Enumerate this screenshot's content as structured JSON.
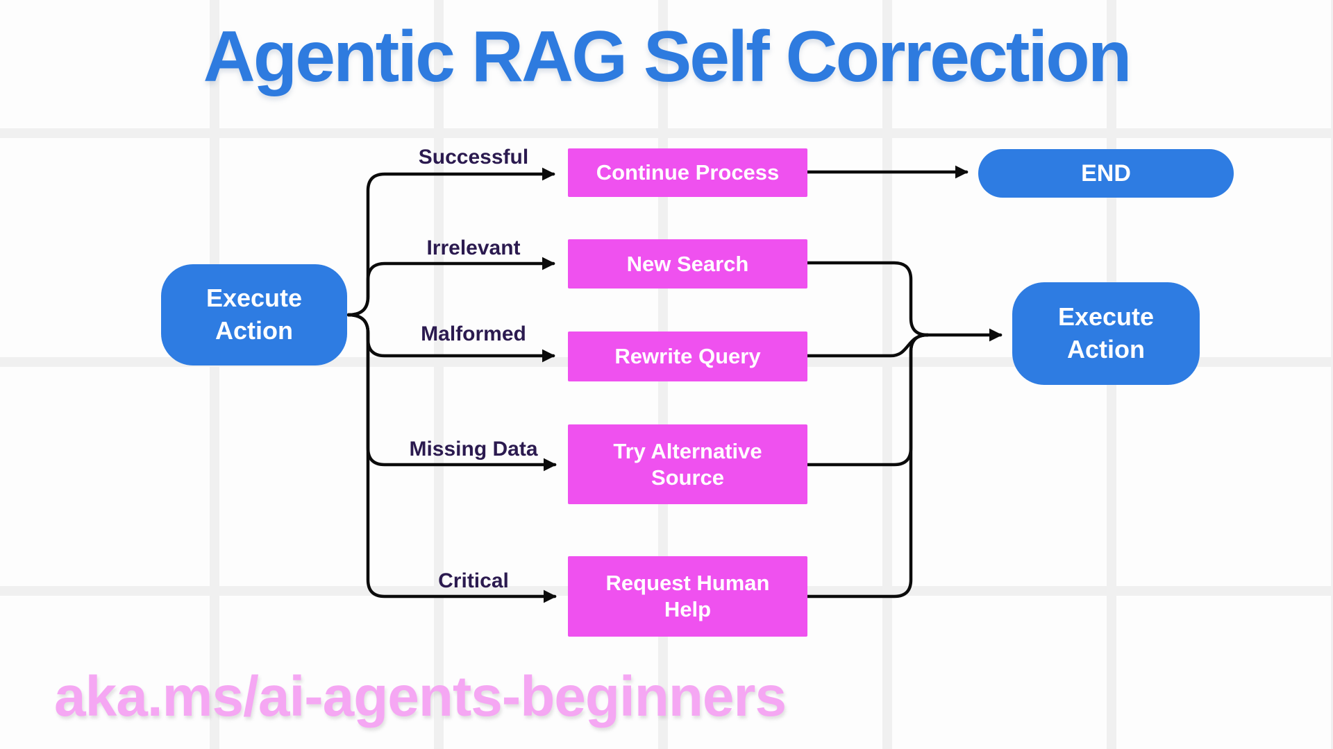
{
  "title": "Agentic RAG Self Correction",
  "footer": {
    "link": "aka.ms/ai-agents-beginners"
  },
  "colors": {
    "brand_blue": "#2E7CE2",
    "magenta": "#EF51EF",
    "edge_label_dark": "#2B1A4F",
    "link_pink": "#F5A7F3",
    "connector_black": "#0B0B0B",
    "grid_gray": "#F0F0F0",
    "background": "#FDFDFD"
  },
  "nodes": {
    "start": {
      "lines": [
        "Execute",
        "Action"
      ]
    },
    "actions": [
      {
        "id": "continue-process",
        "lines": [
          "Continue Process"
        ]
      },
      {
        "id": "new-search",
        "lines": [
          "New Search"
        ]
      },
      {
        "id": "rewrite-query",
        "lines": [
          "Rewrite Query"
        ]
      },
      {
        "id": "try-alternative-source",
        "lines": [
          "Try Alternative",
          "Source"
        ]
      },
      {
        "id": "request-human-help",
        "lines": [
          "Request Human",
          "Help"
        ]
      }
    ],
    "end": {
      "label": "END"
    },
    "execute_again": {
      "lines": [
        "Execute",
        "Action"
      ]
    }
  },
  "edges": {
    "successful": "Successful",
    "irrelevant": "Irrelevant",
    "malformed": "Malformed",
    "missing_data": "Missing Data",
    "critical": "Critical"
  }
}
